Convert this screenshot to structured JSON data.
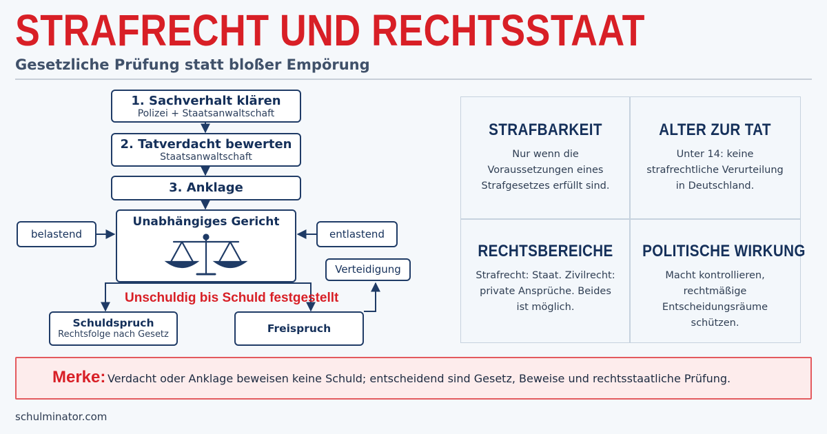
{
  "header": {
    "title": "STRAFRECHT UND RECHTSSTAAT",
    "subtitle": "Gesetzliche Prüfung statt bloßer Empörung"
  },
  "flow": {
    "step1": {
      "title": "1. Sachverhalt klären",
      "sub": "Polizei + Staatsanwaltschaft"
    },
    "step2": {
      "title": "2. Tatverdacht bewerten",
      "sub": "Staatsanwaltschaft"
    },
    "step3": {
      "title": "3. Anklage"
    },
    "court": {
      "title": "Unabhängiges Gericht"
    },
    "left_input": "belastend",
    "right_input": "entlastend",
    "defense": "Verteidigung",
    "presumption": "Unschuldig bis Schuld festgestellt",
    "guilty": {
      "title": "Schuldspruch",
      "sub": "Rechtsfolge nach Gesetz"
    },
    "acquittal": {
      "title": "Freispruch"
    }
  },
  "grid": [
    {
      "heading": "STRAFBARKEIT",
      "body": "Nur wenn die Voraussetzungen eines Strafgesetzes erfüllt sind."
    },
    {
      "heading": "ALTER ZUR TAT",
      "body": "Unter 14: keine strafrechtliche Verurteilung in Deutschland."
    },
    {
      "heading": "RECHTSBEREICHE",
      "body": "Strafrecht: Staat. Zivilrecht: private Ansprüche. Beides ist möglich."
    },
    {
      "heading": "POLITISCHE WIRKUNG",
      "body": "Macht kontrollieren, rechtmäßige Entscheidungsräume schützen."
    }
  ],
  "merke": {
    "label": "Merke:",
    "text": "Verdacht oder Anklage beweisen keine Schuld; entscheidend sind Gesetz, Beweise und rechtsstaatliche Prüfung."
  },
  "footer": "schulminator.com",
  "colors": {
    "accent_red": "#d81f26",
    "navy": "#1f3b66",
    "panel_bg": "#f3f7fb",
    "merke_bg": "#fdecec"
  },
  "icons": {
    "court": "scales-of-justice-icon"
  }
}
